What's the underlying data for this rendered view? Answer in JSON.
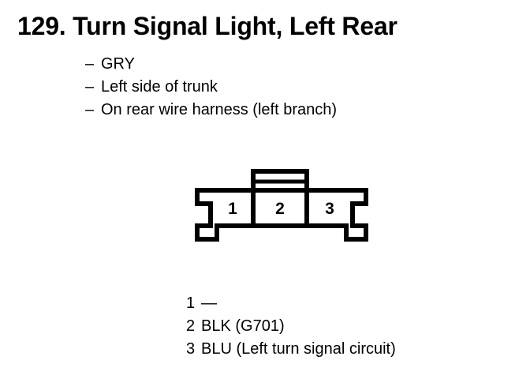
{
  "page": {
    "background_color": "#ffffff",
    "ink_color": "#000000"
  },
  "header": {
    "item_number": "129.",
    "title": "129. Turn Signal Light, Left Rear"
  },
  "details": {
    "bullet_marker": "–",
    "items": [
      {
        "text": "GRY"
      },
      {
        "text": "Left side of trunk"
      },
      {
        "text": "On rear wire harness (left branch)"
      }
    ]
  },
  "connector": {
    "name": "3-way connector",
    "pins": [
      {
        "number": "1"
      },
      {
        "number": "2"
      },
      {
        "number": "3"
      }
    ]
  },
  "legend": {
    "rows": [
      {
        "pin": "1",
        "description": "—"
      },
      {
        "pin": "2",
        "description": "BLK (G701)"
      },
      {
        "pin": "3",
        "description": "BLU (Left turn signal circuit)"
      }
    ]
  }
}
